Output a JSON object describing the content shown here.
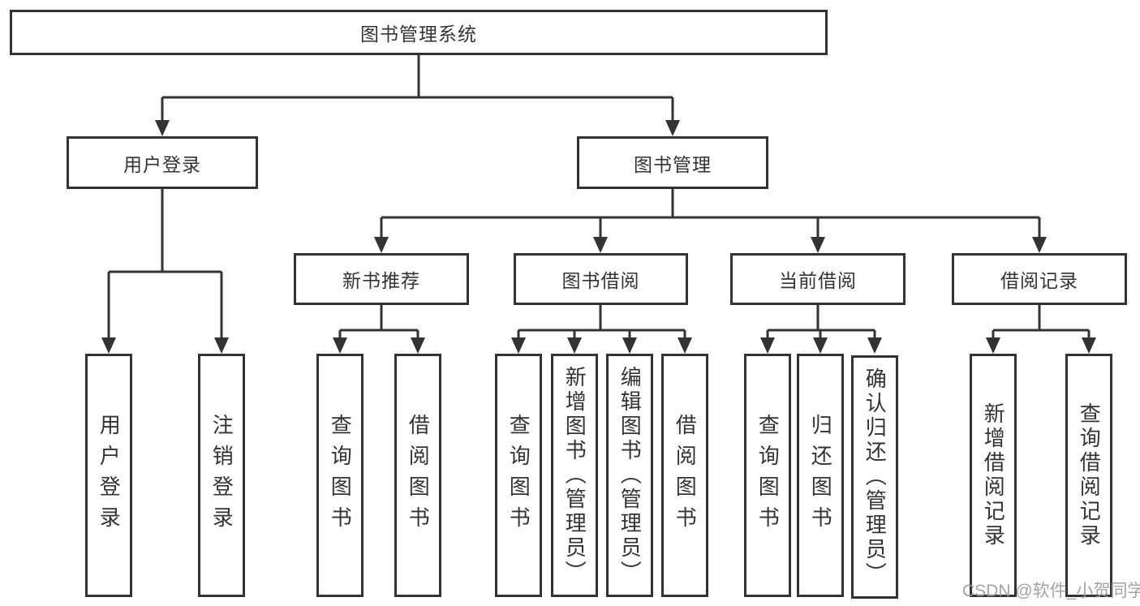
{
  "tree": {
    "label": "图书管理系统",
    "children": [
      {
        "label": "用户登录",
        "children": [
          {
            "label": "用户登录"
          },
          {
            "label": "注销登录"
          }
        ]
      },
      {
        "label": "图书管理",
        "children": [
          {
            "label": "新书推荐",
            "children": [
              {
                "label": "查询图书"
              },
              {
                "label": "借阅图书"
              }
            ]
          },
          {
            "label": "图书借阅",
            "children": [
              {
                "label": "查询图书"
              },
              {
                "label": "新增图书（管理员）"
              },
              {
                "label": "编辑图书（管理员）"
              },
              {
                "label": "借阅图书"
              }
            ]
          },
          {
            "label": "当前借阅",
            "children": [
              {
                "label": "查询图书"
              },
              {
                "label": "归还图书"
              },
              {
                "label": "确认归还（管理员）"
              }
            ]
          },
          {
            "label": "借阅记录",
            "children": [
              {
                "label": "新增借阅记录"
              },
              {
                "label": "查询借阅记录"
              }
            ]
          }
        ]
      }
    ]
  },
  "watermark": {
    "text": "CSDN @软件_小贺同学",
    "color": "#9c9c9c"
  },
  "colors": {
    "line": "#333333",
    "text": "#333333",
    "background": "#ffffff"
  }
}
